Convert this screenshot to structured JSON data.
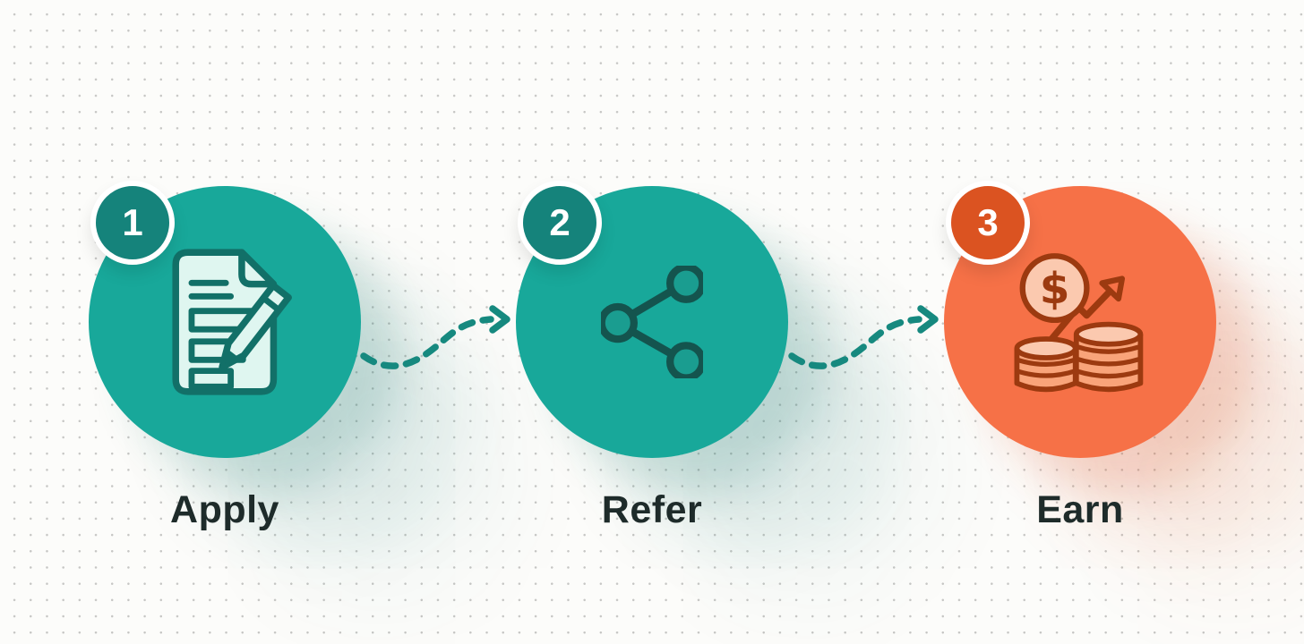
{
  "diagram": {
    "title": "referral-process-steps",
    "steps": [
      {
        "number": "1",
        "label": "Apply",
        "icon": "application-form-pencil-icon",
        "circle_color": "#18A89A",
        "badge_color": "#15837B"
      },
      {
        "number": "2",
        "label": "Refer",
        "icon": "share-network-icon",
        "circle_color": "#18A89A",
        "badge_color": "#15837B"
      },
      {
        "number": "3",
        "label": "Earn",
        "icon": "dollar-coins-growth-icon",
        "circle_color": "#F67147",
        "badge_color": "#DB5321"
      }
    ],
    "connectors": [
      {
        "from": "Apply",
        "to": "Refer",
        "style": "dashed-arrow"
      },
      {
        "from": "Refer",
        "to": "Earn",
        "style": "dashed-arrow"
      }
    ],
    "colors": {
      "connector": "#16897F",
      "label_text": "#1E2B2A",
      "background": "#FCFCFA",
      "background_dots": "#C6C6C4",
      "icon_stroke_teal": "#14544E",
      "icon_stroke_orange": "#9C3A10",
      "document_fill": "#DFF6F0",
      "coin_fill": "#FBC9AF"
    }
  }
}
